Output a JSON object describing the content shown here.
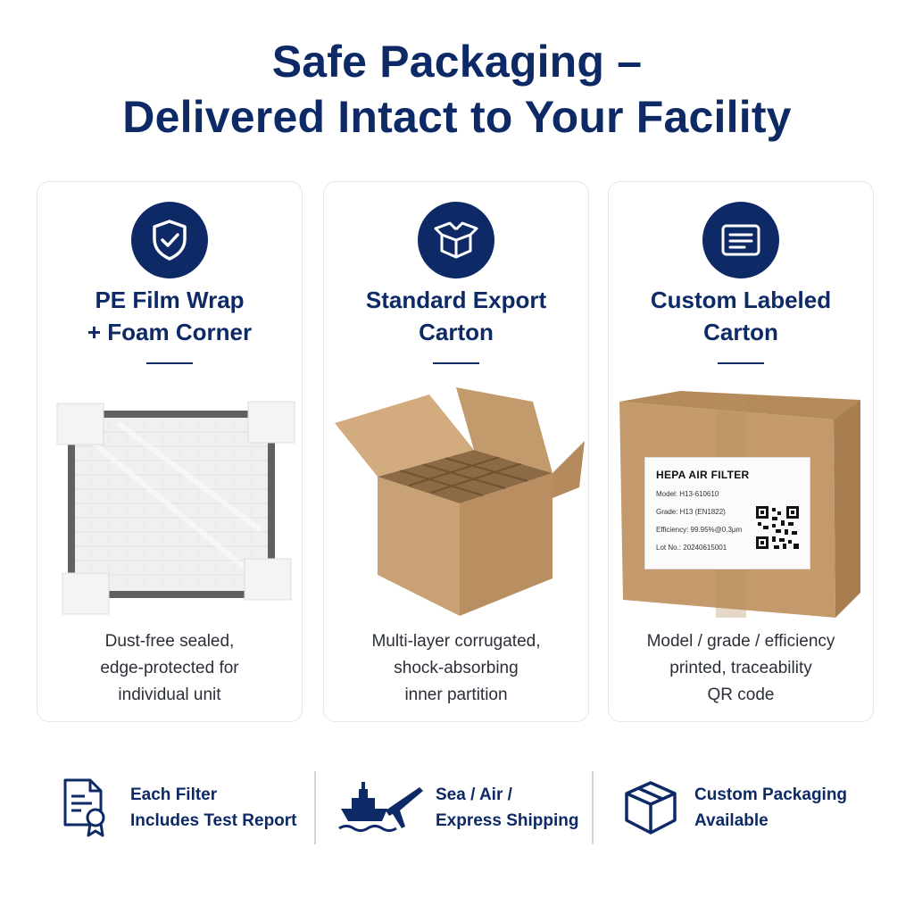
{
  "header": {
    "title_line1": "Safe Packaging –",
    "title_line2": "Delivered Intact to Your Facility"
  },
  "cards": [
    {
      "icon": "shield-check-icon",
      "title_line1": "PE Film Wrap",
      "title_line2": "+ Foam Corner",
      "desc_line1": "Dust-free sealed,",
      "desc_line2": "edge-protected for",
      "desc_line3": "individual unit"
    },
    {
      "icon": "open-box-icon",
      "title_line1": "Standard Export",
      "title_line2": "Carton",
      "desc_line1": "Multi-layer corrugated,",
      "desc_line2": "shock-absorbing",
      "desc_line3": "inner partition"
    },
    {
      "icon": "label-document-icon",
      "title_line1": "Custom Labeled",
      "title_line2": "Carton",
      "desc_line1": "Model / grade / efficiency",
      "desc_line2": "printed, traceability",
      "desc_line3": "QR code",
      "label": {
        "heading": "HEPA AIR FILTER",
        "model": "Model: H13-610610",
        "grade": "Grade: H13 (EN1822)",
        "efficiency": "Efficiency: 99.95%@0.3μm",
        "lot": "Lot No.: 20240615001"
      }
    }
  ],
  "features": [
    {
      "icon": "test-report-icon",
      "line1": "Each Filter",
      "line2": "Includes Test Report"
    },
    {
      "icon": "ship-plane-icon",
      "line1": "Sea / Air /",
      "line2": "Express Shipping"
    },
    {
      "icon": "box-icon",
      "line1": "Custom Packaging",
      "line2": "Available"
    }
  ],
  "colors": {
    "navy": "#0d2a66",
    "cardboard": "#c49a6c",
    "border": "#e3e6ec"
  }
}
